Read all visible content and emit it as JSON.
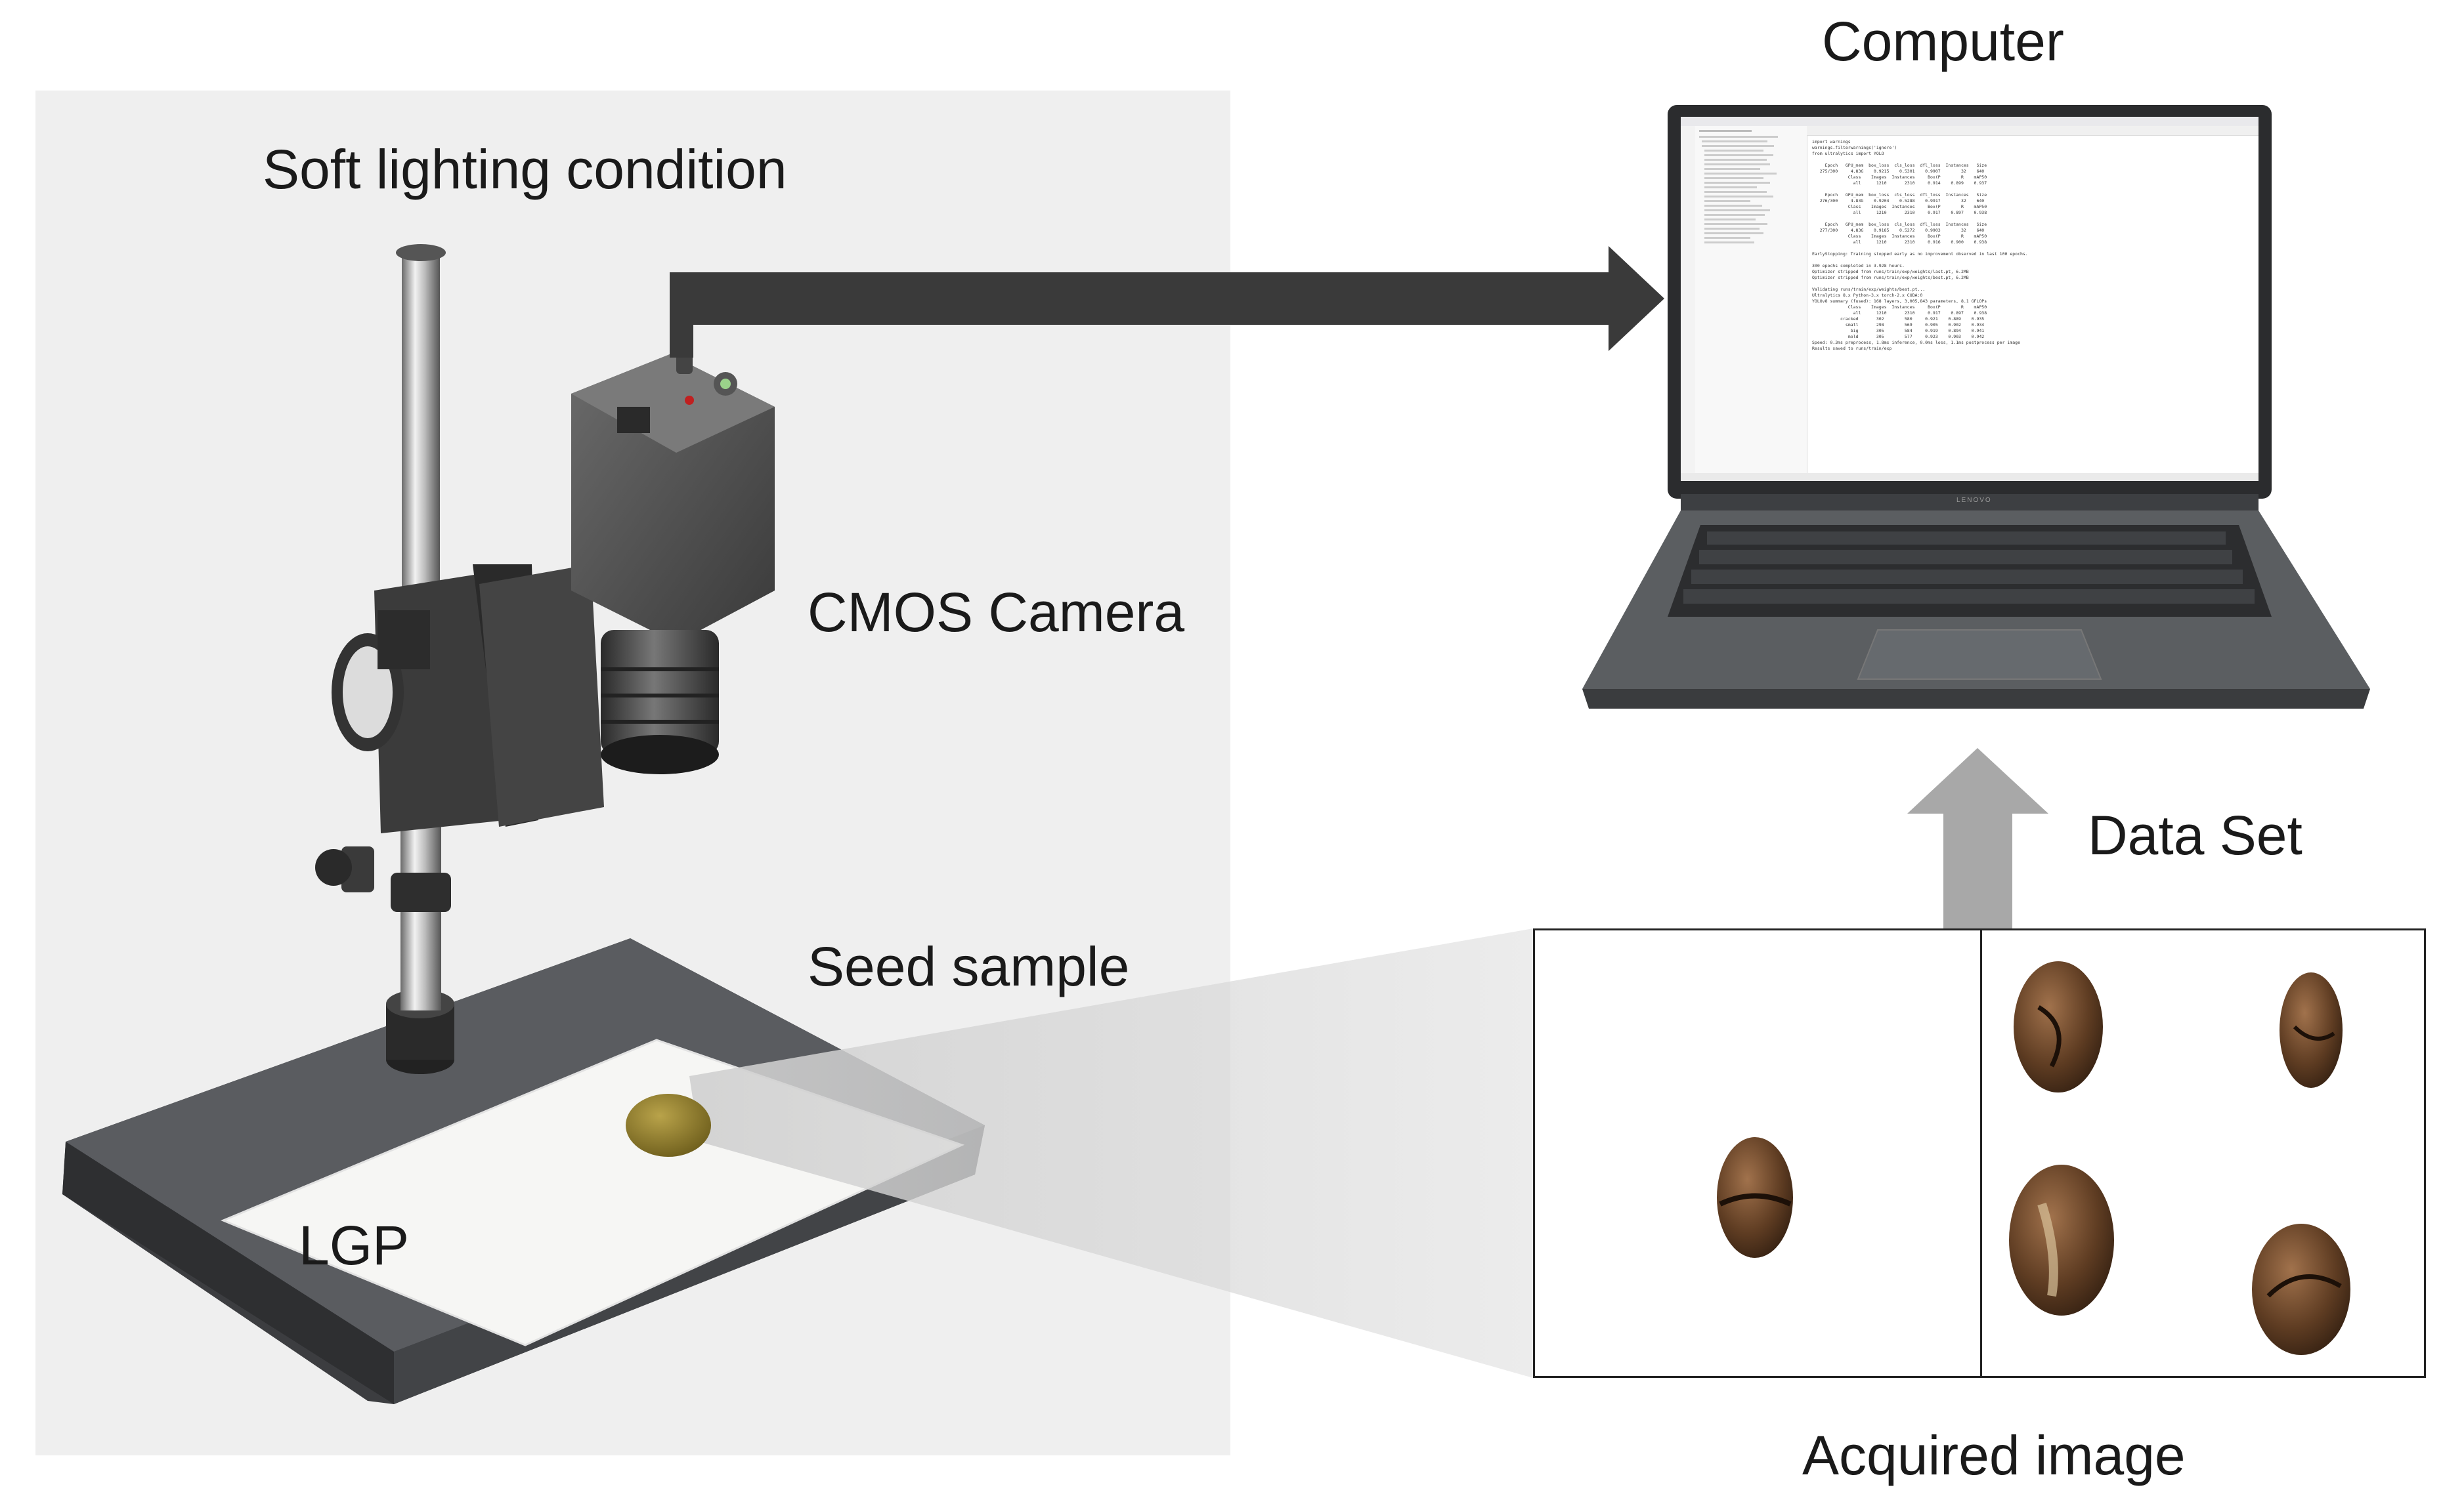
{
  "labels": {
    "lighting": "Soft lighting condition",
    "camera": "CMOS Camera",
    "seed": "Seed sample",
    "lgp": "LGP",
    "computer": "Computer",
    "dataset": "Data Set",
    "acquired": "Acquired image"
  },
  "laptop": {
    "brand": "LENOVO",
    "code_lines": [
      "import warnings",
      "warnings.filterwarnings('ignore')",
      "from ultralytics import YOLO",
      "",
      "     Epoch   GPU_mem  box_loss  cls_loss  dfl_loss  Instances   Size",
      "   275/300     4.83G    0.9215    0.5301    0.9907        32    640",
      "              Class    Images  Instances     Box(P        R    mAP50",
      "                all      1210       2310     0.914    0.899    0.937",
      "",
      "     Epoch   GPU_mem  box_loss  cls_loss  dfl_loss  Instances   Size",
      "   276/300     4.83G    0.9204    0.5288    0.9917        32    640",
      "              Class    Images  Instances     Box(P        R    mAP50",
      "                all      1210       2310     0.917    0.897    0.938",
      "",
      "     Epoch   GPU_mem  box_loss  cls_loss  dfl_loss  Instances   Size",
      "   277/300     4.83G    0.9185    0.5272    0.9903        32    640",
      "              Class    Images  Instances     Box(P        R    mAP50",
      "                all      1210       2310     0.916    0.900    0.938",
      "",
      "EarlyStopping: Training stopped early as no improvement observed in last 100 epochs.",
      "",
      "300 epochs completed in 3.928 hours.",
      "Optimizer stripped from runs/train/exp/weights/last.pt, 6.2MB",
      "Optimizer stripped from runs/train/exp/weights/best.pt, 6.2MB",
      "",
      "Validating runs/train/exp/weights/best.pt...",
      "Ultralytics 8.x Python-3.x torch-2.x CUDA:0",
      "YOLOv8 summary (fused): 168 layers, 3,005,843 parameters, 8.1 GFLOPs",
      "              Class    Images  Instances     Box(P        R    mAP50",
      "                all      1210       2310     0.917    0.897    0.938",
      "           cracked       302        580     0.921    0.889    0.935",
      "             small       298        569     0.905    0.902    0.934",
      "               big       305        584     0.919    0.894    0.941",
      "              mold       305        577     0.923    0.903    0.942",
      "Speed: 0.3ms preprocess, 1.8ms inference, 0.0ms loss, 1.1ms postprocess per image",
      "Results saved to runs/train/exp"
    ]
  },
  "colors": {
    "panel_bg": "#efefef",
    "arrow_dark": "#3a3a3a",
    "arrow_grey": "#a8a8a8",
    "seed_gold": "#8a7a2c",
    "laptop_body": "#55585b"
  }
}
